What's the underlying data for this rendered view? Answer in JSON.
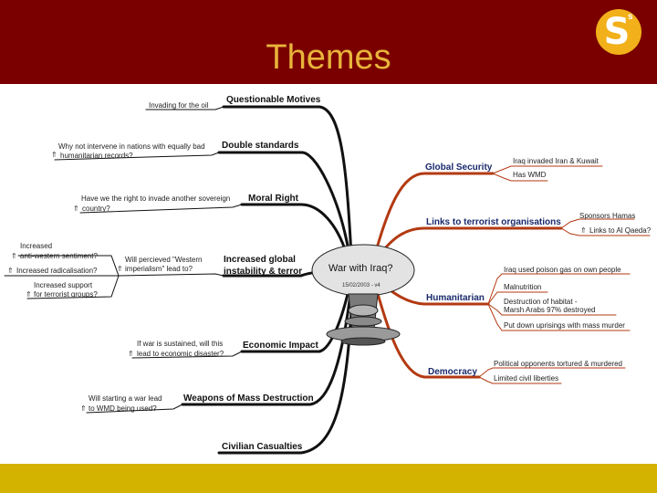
{
  "header": {
    "title": "Themes",
    "logo_letter": "S",
    "logo_sup": "s"
  },
  "center": {
    "title": "War with Iraq?",
    "date": "15/02/2003 - v4"
  },
  "left": {
    "questionable": {
      "label": "Questionable Motives",
      "notes": [
        "Invading for the oil"
      ]
    },
    "double": {
      "label": "Double standards",
      "notes": [
        "Why not intervene in nations with equally bad",
        "humanitarian records?"
      ]
    },
    "moral": {
      "label": "Moral Right",
      "notes": [
        "Have we the right to invade another sovereign",
        "country?"
      ]
    },
    "instability": {
      "label_1": "Increased global",
      "label_2": "instability & terror",
      "q1": "Will percieved \"Western",
      "q2": "imperialism\" lead to?",
      "sub": [
        "Increased",
        "anti-western sentiment?",
        "Increased radicalisation?",
        "Increased support",
        "for terrorist groups?"
      ]
    },
    "economic": {
      "label": "Economic Impact",
      "notes": [
        "If war is sustained, will this",
        "lead to economic disaster?"
      ]
    },
    "wmd": {
      "label": "Weapons of Mass Destruction",
      "notes": [
        "Will starting a war lead",
        "to WMD being used?"
      ]
    },
    "civilian": {
      "label": "Civilian Casualties"
    }
  },
  "right": {
    "global": {
      "label": "Global Security",
      "notes": [
        "Iraq invaded Iran & Kuwait",
        "Has WMD"
      ]
    },
    "links": {
      "label": "Links to terrorist organisations",
      "notes": [
        "Sponsors Hamas",
        "Links to Al Qaeda?"
      ]
    },
    "humanitarian": {
      "label": "Humanitarian",
      "notes": [
        "Iraq used poison gas on own people",
        "Malnutrition",
        "Destruction of habitat -",
        "Marsh Arabs 97% destroyed",
        "Put down uprisings with mass murder"
      ]
    },
    "democracy": {
      "label": "Democracy",
      "notes": [
        "Political opponents tortured & murdered",
        "Limited civil liberties"
      ]
    }
  },
  "colors": {
    "header": "#7a0000",
    "title": "#e8b43a",
    "logo": "#f2b01a",
    "footer": "#d4b200",
    "right_branch": "#b33a12",
    "left_branch": "#111111"
  }
}
